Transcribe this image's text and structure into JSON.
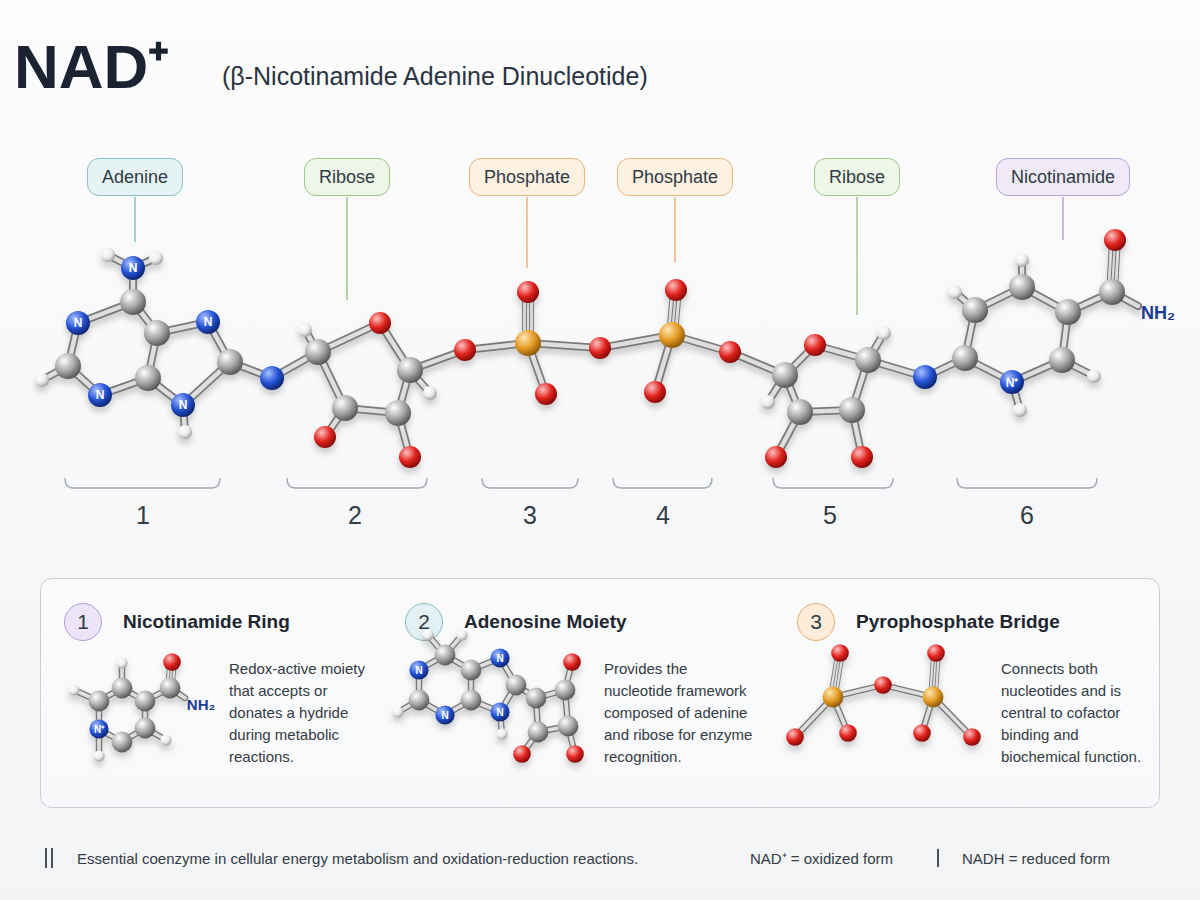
{
  "diagram": {
    "title": "NAD⁺",
    "caption": "Essential coenzyme in cellular energy metabolism and oxidation-reduction reactions.",
    "nodes": [
      {
        "text": [
          "Adenine"
        ]
      },
      {
        "text": [
          "Ribose"
        ]
      },
      {
        "text": [
          "Phosphate"
        ]
      },
      {
        "text": [
          "Phosphate"
        ]
      },
      {
        "text": [
          "Ribose"
        ]
      },
      {
        "text": [
          "Nicotinamide"
        ]
      },
      {
        "text": []
      },
      {
        "text": [
          "Nicotinamide Ring",
          "Redox-active moiety that accepts or donates a hydride during metabolic reactions."
        ],
        "in": 6
      },
      {
        "text": [
          "1"
        ],
        "in": 7
      },
      {
        "text": [
          "Adenosine Moiety",
          "Provides the nucleotide framework composed of adenine and ribose for enzyme recognition."
        ],
        "in": 6
      },
      {
        "text": [
          "2"
        ],
        "in": 9
      },
      {
        "text": [
          "Pyrophosphate Bridge",
          "Connects both nucleotides and is central to cofactor binding and biochemical function."
        ],
        "in": 6
      },
      {
        "text": [
          "3"
        ],
        "in": 11
      }
    ],
    "labels": [
      "(β-Nicotinamide Adenine Dinucleotide)",
      "N",
      "N",
      "N",
      "N",
      "N",
      "N⁺",
      "NH₂",
      "1",
      "2",
      "3",
      "4",
      "5",
      "6",
      "NH₂",
      "N⁺",
      "N",
      "N",
      "N",
      "N",
      "NAD⁺ = oxidized form",
      "NADH = reduced form"
    ]
  }
}
